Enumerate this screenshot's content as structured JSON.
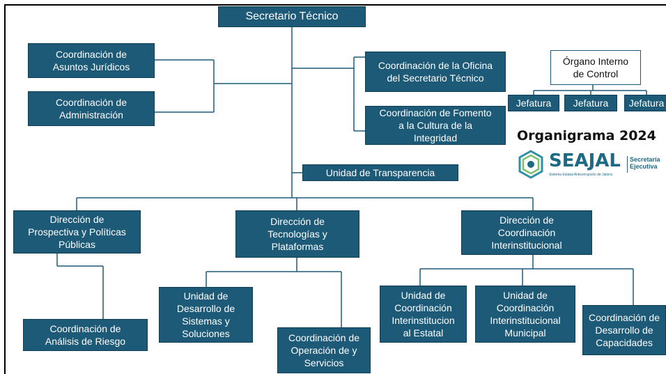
{
  "colors": {
    "box_fill": "#1d5a78",
    "box_text": "#ffffff",
    "line": "#1d5a78",
    "logo": "#1c6a85"
  },
  "title": "Organigrama 2024",
  "logo": {
    "word": "SEAJAL",
    "tagline": "Secretaría\nEjecutiva",
    "subtext": "Sistema Estatal Anticorrupción de Jalisco",
    "icon": "seajal-emblem-icon"
  },
  "nodes": {
    "secretario": "Secretario Técnico",
    "asuntos_juridicos": "Coordinación de\nAsuntos Jurídicos",
    "administracion": "Coordinación de\nAdministración",
    "oficina_secretario": "Coordinación de la Oficina\ndel Secretario Técnico",
    "fomento_cultura": "Coordinación de Fomento\na la Cultura de la\nIntegridad",
    "organo_interno": "Órgano Interno\nde Control",
    "jefatura_1": "Jefatura",
    "jefatura_2": "Jefatura",
    "jefatura_3": "Jefatura",
    "unidad_transparencia": "Unidad de Transparencia",
    "dir_prospectiva": "Dirección de\nProspectiva y Políticas\nPúblicas",
    "dir_tecnologias": "Dirección de\nTecnologías y\nPlataformas",
    "dir_coordinacion": "Dirección de\nCoordinación\nInterinstitucional",
    "analisis_riesgo": "Coordinación de\nAnálisis de Riesgo",
    "unidad_desarrollo": "Unidad de\nDesarrollo de\nSistemas y\nSoluciones",
    "operacion_servicios": "Coordinación de\nOperación de y\nServicios",
    "unidad_estatal": "Unidad de\nCoordinación\nInterinstitucion\nal Estatal",
    "unidad_municipal": "Unidad de\nCoordinación\nInterinstitucional\nMunicipal",
    "desarrollo_capacidades": "Coordinación de\nDesarrollo de\nCapacidades"
  }
}
